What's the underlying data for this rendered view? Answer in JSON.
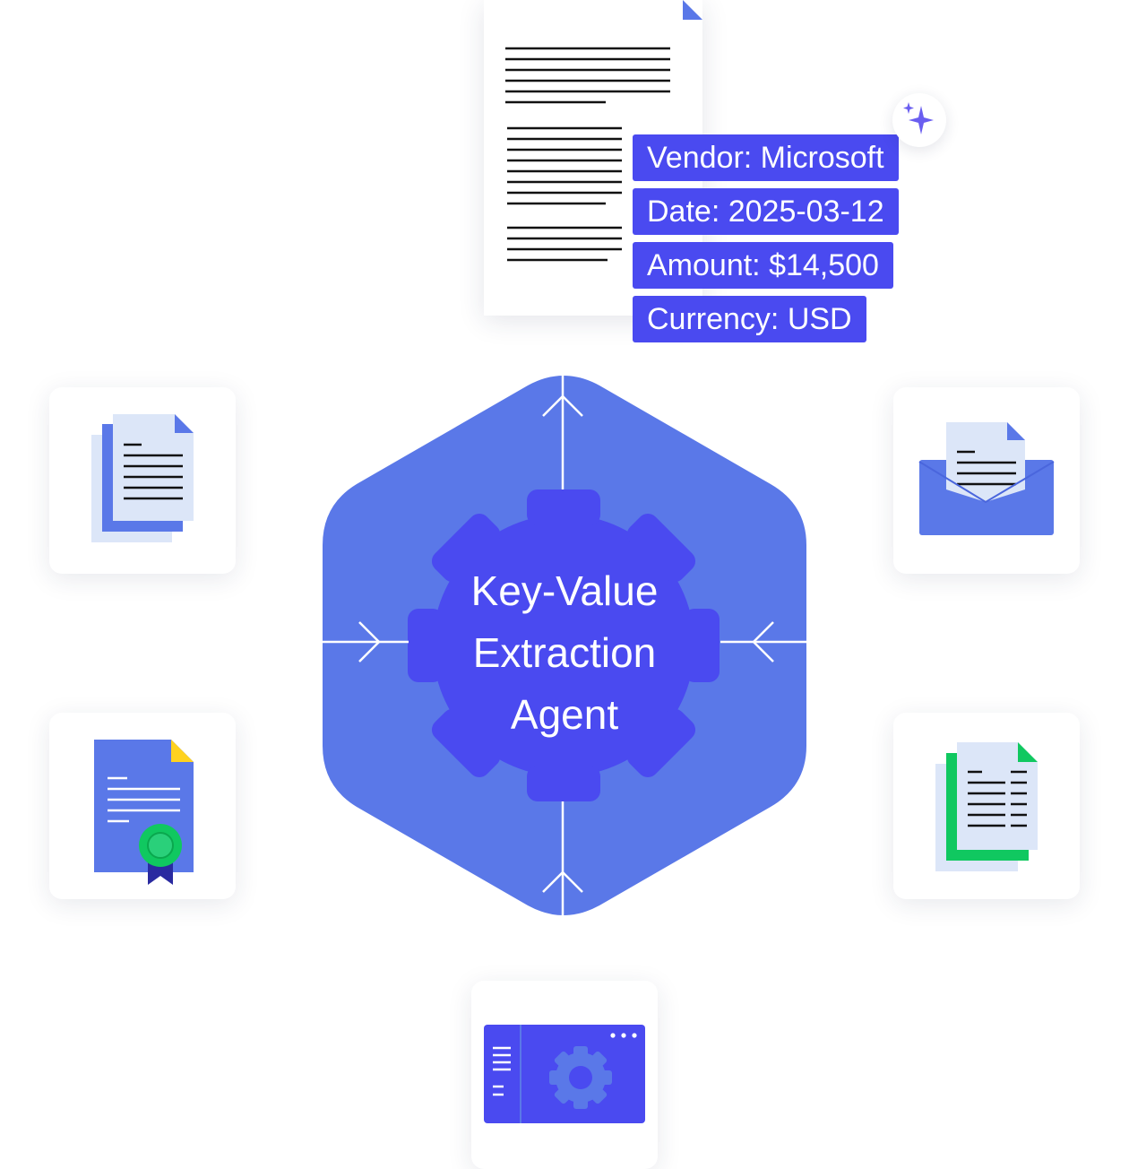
{
  "hub": {
    "title_lines": [
      "Key-Value",
      "Extraction",
      "Agent"
    ]
  },
  "extracted_fields": [
    {
      "text": "Vendor: Microsoft"
    },
    {
      "text": "Date: 2025-03-12"
    },
    {
      "text": "Amount: $14,500"
    },
    {
      "text": "Currency: USD"
    }
  ],
  "icons": {
    "top": "invoice-document-icon",
    "badge": "sparkle-icon",
    "top_left": "stacked-documents-icon",
    "top_right": "email-with-document-icon",
    "bottom_left": "certificate-icon",
    "bottom_right": "spreadsheet-document-icon",
    "bottom": "settings-app-window-icon"
  },
  "colors": {
    "hexagon": "#5a78e8",
    "gear": "#4a4af0",
    "label_bg": "#4a4af0",
    "document_light": "#dce6f8",
    "document_blue": "#5a78e8",
    "accent_yellow": "#ffd21f",
    "accent_green": "#10c860",
    "ink": "#111111"
  }
}
